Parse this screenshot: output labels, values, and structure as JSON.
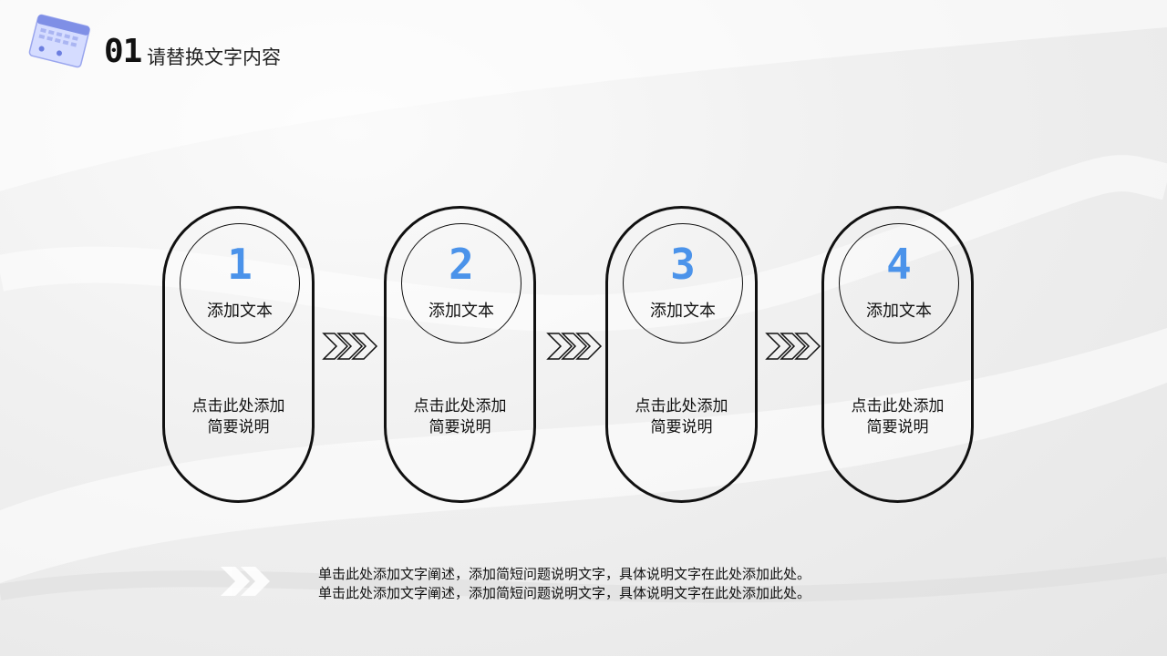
{
  "header": {
    "section_number": "01",
    "title": "请替换文字内容",
    "icon": "calendar-icon"
  },
  "steps": [
    {
      "number": "1",
      "label": "添加文本",
      "desc_line1": "点击此处添加",
      "desc_line2": "简要说明"
    },
    {
      "number": "2",
      "label": "添加文本",
      "desc_line1": "点击此处添加",
      "desc_line2": "简要说明"
    },
    {
      "number": "3",
      "label": "添加文本",
      "desc_line1": "点击此处添加",
      "desc_line2": "简要说明"
    },
    {
      "number": "4",
      "label": "添加文本",
      "desc_line1": "点击此处添加",
      "desc_line2": "简要说明"
    }
  ],
  "footer": {
    "line1": "单击此处添加文字阐述，添加简短问题说明文字，具体说明文字在此处添加此处。",
    "line2": "单击此处添加文字阐述，添加简短问题说明文字，具体说明文字在此处添加此处。"
  },
  "colors": {
    "accent": "#4b93ea",
    "outline": "#111111"
  }
}
